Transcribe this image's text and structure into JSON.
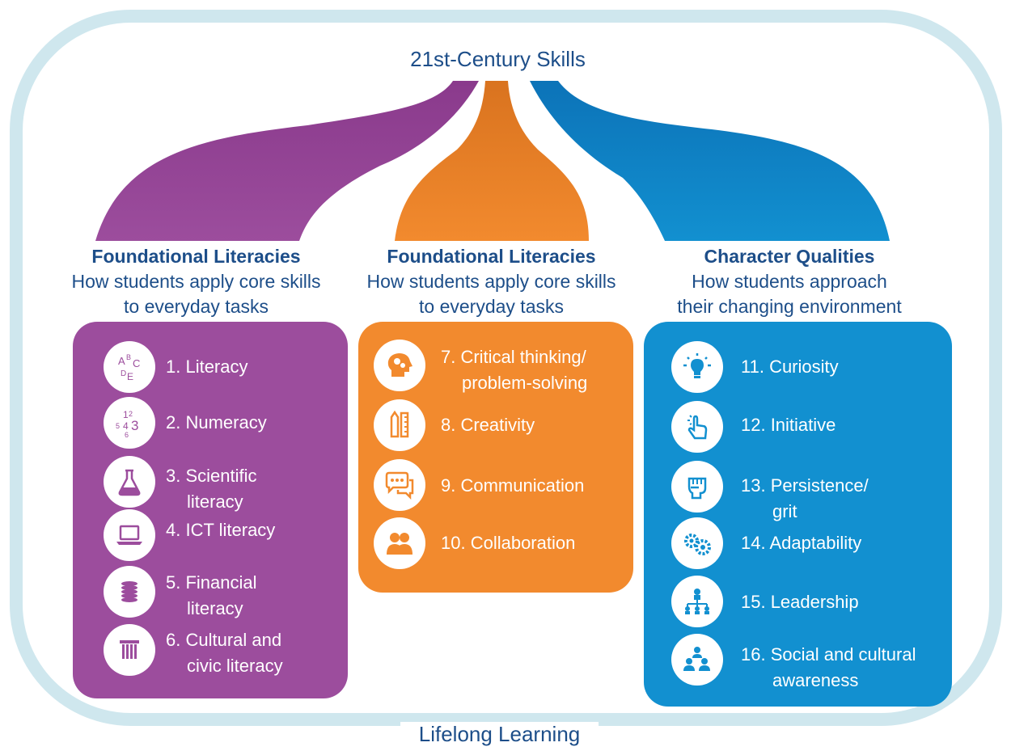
{
  "title": "21st-Century Skills",
  "footer": "Lifelong Learning",
  "colors": {
    "purple": "#9c4d9d",
    "orange": "#f28a2e",
    "blue": "#1290d0",
    "frame": "#cfe7ee",
    "text": "#1d4e89"
  },
  "columns": [
    {
      "heading": "Foundational Literacies",
      "sub1": "How students apply core skills",
      "sub2": "to everyday tasks",
      "items": [
        {
          "line1": "1. Literacy",
          "line2": "",
          "icon": "abc-letters-icon"
        },
        {
          "line1": "2. Numeracy",
          "line2": "",
          "icon": "numbers-icon"
        },
        {
          "line1": "3. Scientific",
          "line2": "literacy",
          "icon": "flask-icon"
        },
        {
          "line1": "4. ICT literacy",
          "line2": "",
          "icon": "laptop-icon"
        },
        {
          "line1": "5. Financial",
          "line2": "literacy",
          "icon": "coins-icon"
        },
        {
          "line1": "6. Cultural and",
          "line2": "civic literacy",
          "icon": "column-icon"
        }
      ]
    },
    {
      "heading": "Foundational Literacies",
      "sub1": "How students apply core skills",
      "sub2": "to everyday tasks",
      "items": [
        {
          "line1": "7. Critical thinking/",
          "line2": "problem-solving",
          "icon": "head-gears-icon"
        },
        {
          "line1": "8. Creativity",
          "line2": "",
          "icon": "pencil-ruler-icon"
        },
        {
          "line1": "9. Communication",
          "line2": "",
          "icon": "speech-bubbles-icon"
        },
        {
          "line1": "10. Collaboration",
          "line2": "",
          "icon": "people-icon"
        }
      ]
    },
    {
      "heading": "Character Qualities",
      "sub1": "How students approach",
      "sub2": "their changing environment",
      "items": [
        {
          "line1": "11. Curiosity",
          "line2": "",
          "icon": "lightbulb-icon"
        },
        {
          "line1": "12. Initiative",
          "line2": "",
          "icon": "pointing-hand-icon"
        },
        {
          "line1": "13. Persistence/",
          "line2": "grit",
          "icon": "fist-icon"
        },
        {
          "line1": "14. Adaptability",
          "line2": "",
          "icon": "gears-icon"
        },
        {
          "line1": "15. Leadership",
          "line2": "",
          "icon": "org-chart-icon"
        },
        {
          "line1": "16. Social and cultural",
          "line2": "awareness",
          "icon": "group-icon"
        }
      ]
    }
  ]
}
